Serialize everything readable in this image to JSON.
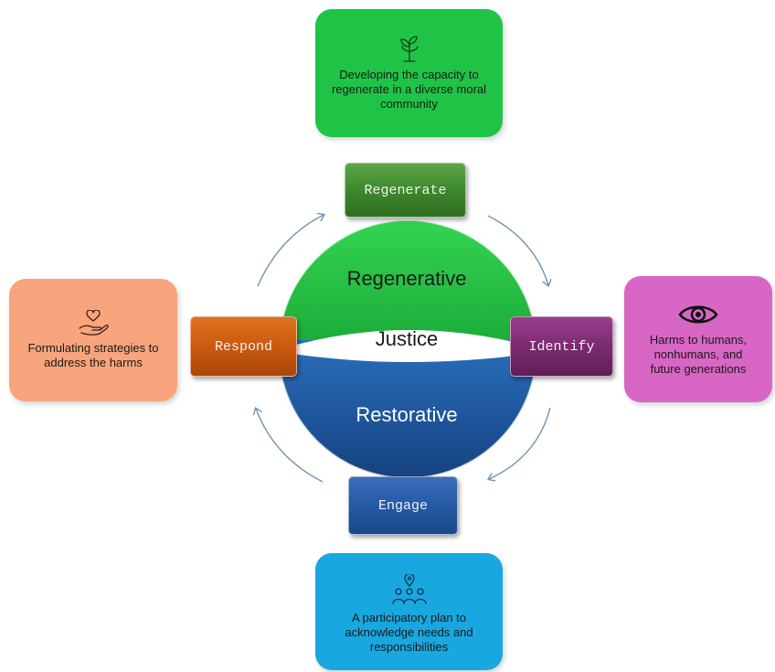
{
  "circle": {
    "top_label": "Regenerative",
    "middle_label": "Justice",
    "bottom_label": "Restorative",
    "colors": {
      "top": "#22c23f",
      "bottom": "#1f5ea8",
      "band": "#ffffff"
    }
  },
  "steps": {
    "regenerate": "Regenerate",
    "identify": "Identify",
    "engage": "Engage",
    "respond": "Respond"
  },
  "cards": {
    "top": {
      "text": "Developing the capacity to regenerate in a diverse moral community",
      "icon": "plant-sprout-icon",
      "color": "#1fc447"
    },
    "right": {
      "text": "Harms to humans, nonhumans, and future generations",
      "icon": "eye-icon",
      "color": "#d866c4"
    },
    "bottom": {
      "text": "A participatory plan to acknowledge needs and responsibilities",
      "icon": "people-location-icon",
      "color": "#19a7e0"
    },
    "left": {
      "text": "Formulating strategies to address the harms",
      "icon": "heart-hand-icon",
      "color": "#f8a47c"
    }
  },
  "cycle_arrows": {
    "direction": "clockwise",
    "color": "#6f93b4"
  }
}
